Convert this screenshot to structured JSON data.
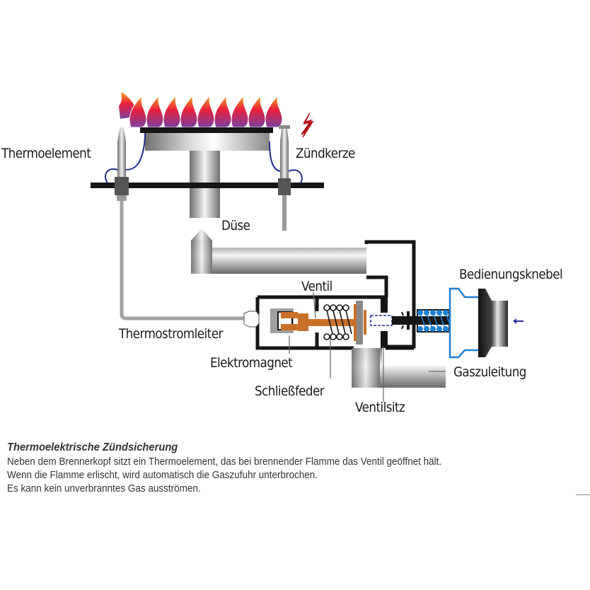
{
  "diagram": {
    "title": "Thermoelektrische Zündsicherung",
    "labels": {
      "thermoelement": "Thermoelement",
      "zuendkerze": "Zündkerze",
      "duese": "Düse",
      "ventil": "Ventil",
      "bedienungsknebel": "Bedienungsknebel",
      "thermostromleiter": "Thermostromleiter",
      "elektromagnet": "Elektromagnet",
      "gaszuleitung": "Gaszuleitung",
      "schliessfeder": "Schließfeder",
      "ventilsitz": "Ventilsitz"
    },
    "icons": {
      "flame": "flame-icon",
      "spark": "lightning-spark-icon",
      "push_arrow": "arrow-left-icon"
    },
    "colors": {
      "flame_top": "#f7a21b",
      "flame_mid": "#e8203c",
      "flame_base": "#7b3fa0",
      "wire": "#1f2f8c",
      "copper": "#c8702a",
      "spring_blue": "#1e7fd0",
      "spark_red": "#b3121b",
      "arrow_blue": "#2a2fa0",
      "pipe_gray": "#a9a9a9"
    }
  },
  "caption": {
    "title": "Thermoelektrische Zündsicherung",
    "lines": [
      "Neben dem Brennerkopf sitzt ein Thermoelement, das bei brennender Flamme das Ventil geöffnet hält.",
      "Wenn die Flamme erlischt, wird automatisch die Gaszufuhr unterbrochen.",
      "Es kann kein unverbranntes Gas ausströmen."
    ]
  }
}
